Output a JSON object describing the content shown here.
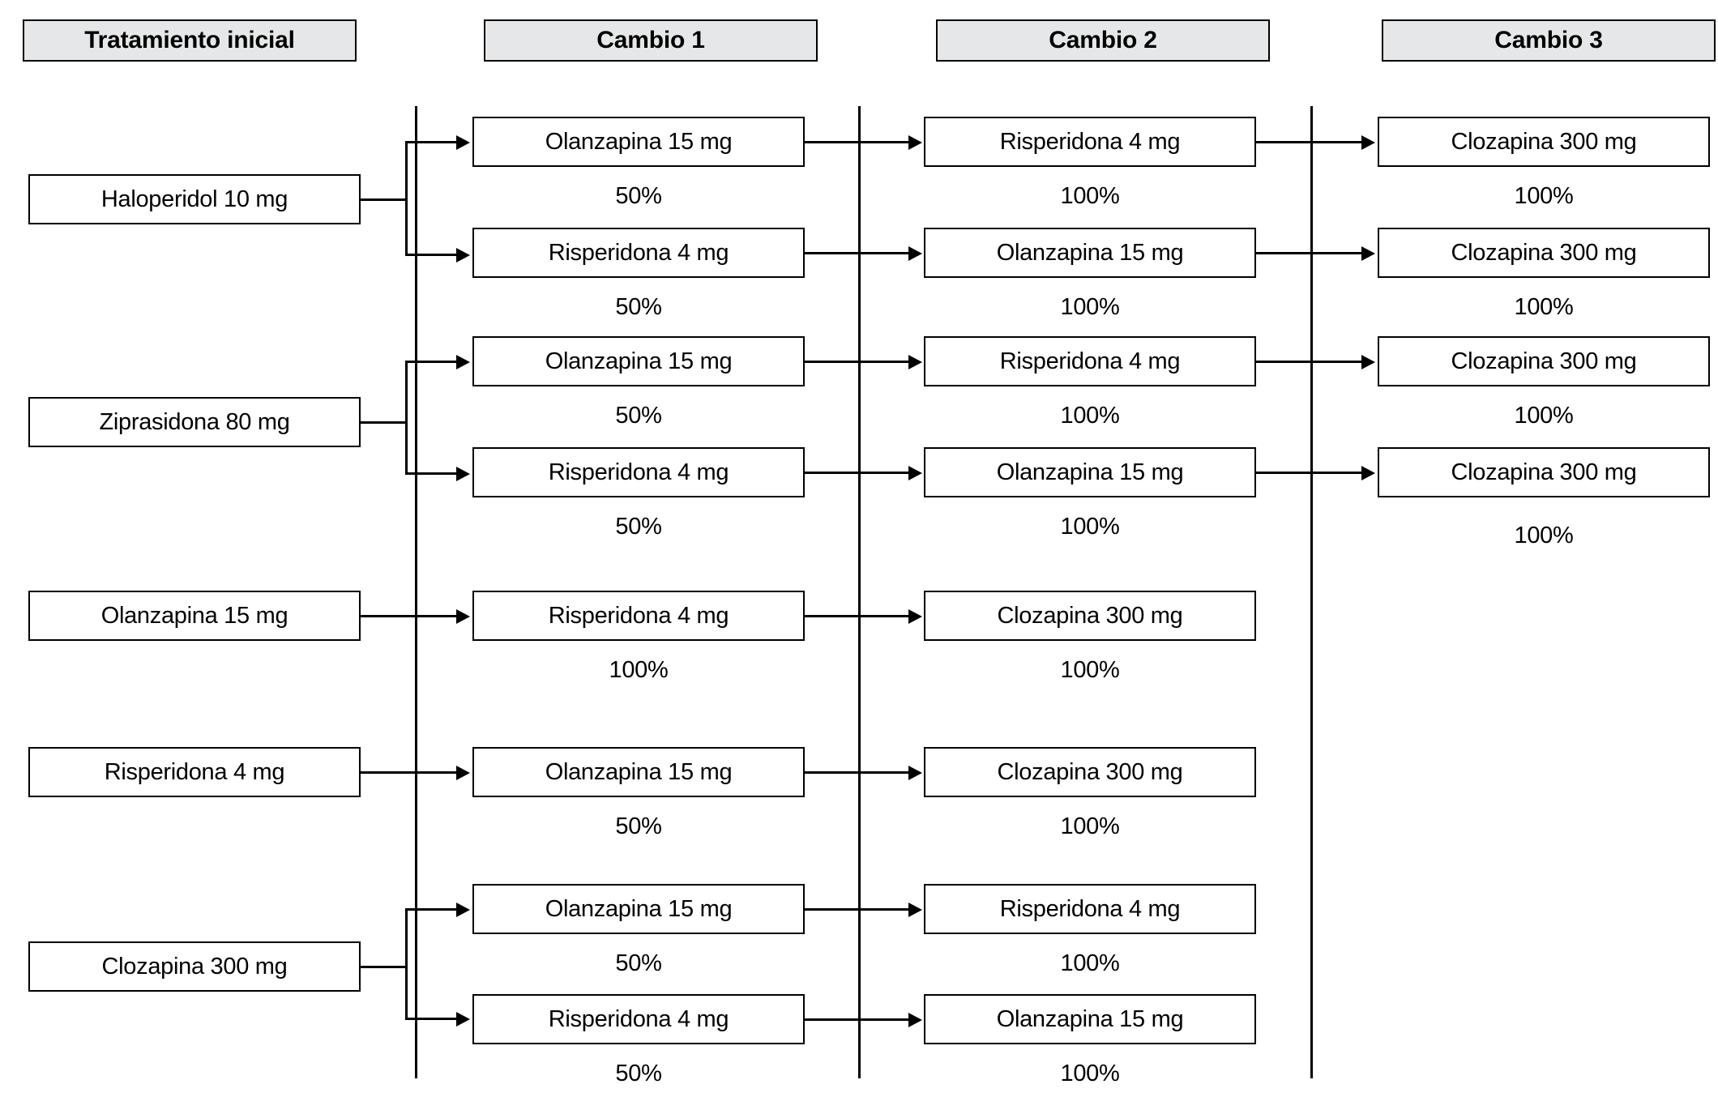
{
  "headers": [
    {
      "label": "Tratamiento inicial"
    },
    {
      "label": "Cambio 1"
    },
    {
      "label": "Cambio 2"
    },
    {
      "label": "Cambio 3"
    }
  ],
  "initial_treatments": [
    {
      "label": "Haloperidol 10 mg"
    },
    {
      "label": "Ziprasidona 80 mg"
    },
    {
      "label": "Olanzapina 15 mg"
    },
    {
      "label": "Risperidona 4 mg"
    },
    {
      "label": "Clozapina 300 mg"
    }
  ],
  "rows": [
    {
      "cambio1": {
        "label": "Olanzapina 15 mg",
        "pct": "50%"
      },
      "cambio2": {
        "label": "Risperidona 4 mg",
        "pct": "100%"
      },
      "cambio3": {
        "label": "Clozapina 300 mg",
        "pct": "100%"
      }
    },
    {
      "cambio1": {
        "label": "Risperidona 4 mg",
        "pct": "50%"
      },
      "cambio2": {
        "label": "Olanzapina 15 mg",
        "pct": "100%"
      },
      "cambio3": {
        "label": "Clozapina 300 mg",
        "pct": "100%"
      }
    },
    {
      "cambio1": {
        "label": "Olanzapina 15 mg",
        "pct": "50%"
      },
      "cambio2": {
        "label": "Risperidona 4 mg",
        "pct": "100%"
      },
      "cambio3": {
        "label": "Clozapina 300 mg",
        "pct": "100%"
      }
    },
    {
      "cambio1": {
        "label": "Risperidona 4 mg",
        "pct": "50%"
      },
      "cambio2": {
        "label": "Olanzapina 15 mg",
        "pct": "100%"
      },
      "cambio3": {
        "label": "Clozapina 300 mg",
        "pct": "100%"
      }
    },
    {
      "cambio1": {
        "label": "Risperidona 4 mg",
        "pct": "100%"
      },
      "cambio2": {
        "label": "Clozapina 300 mg",
        "pct": "100%"
      },
      "cambio3": {
        "label": "",
        "pct": ""
      }
    },
    {
      "cambio1": {
        "label": "Olanzapina 15 mg",
        "pct": "50%"
      },
      "cambio2": {
        "label": "Clozapina 300 mg",
        "pct": "100%"
      },
      "cambio3": {
        "label": "",
        "pct": ""
      }
    },
    {
      "cambio1": {
        "label": "Olanzapina 15 mg",
        "pct": "50%"
      },
      "cambio2": {
        "label": "Risperidona 4 mg",
        "pct": "100%"
      },
      "cambio3": {
        "label": "",
        "pct": ""
      }
    },
    {
      "cambio1": {
        "label": "Risperidona 4 mg",
        "pct": "50%"
      },
      "cambio2": {
        "label": "Olanzapina 15 mg",
        "pct": "100%"
      },
      "cambio3": {
        "label": "",
        "pct": ""
      }
    }
  ],
  "colors": {
    "header_fill": "#e6e7e8",
    "stroke": "#000000",
    "background": "#ffffff"
  }
}
